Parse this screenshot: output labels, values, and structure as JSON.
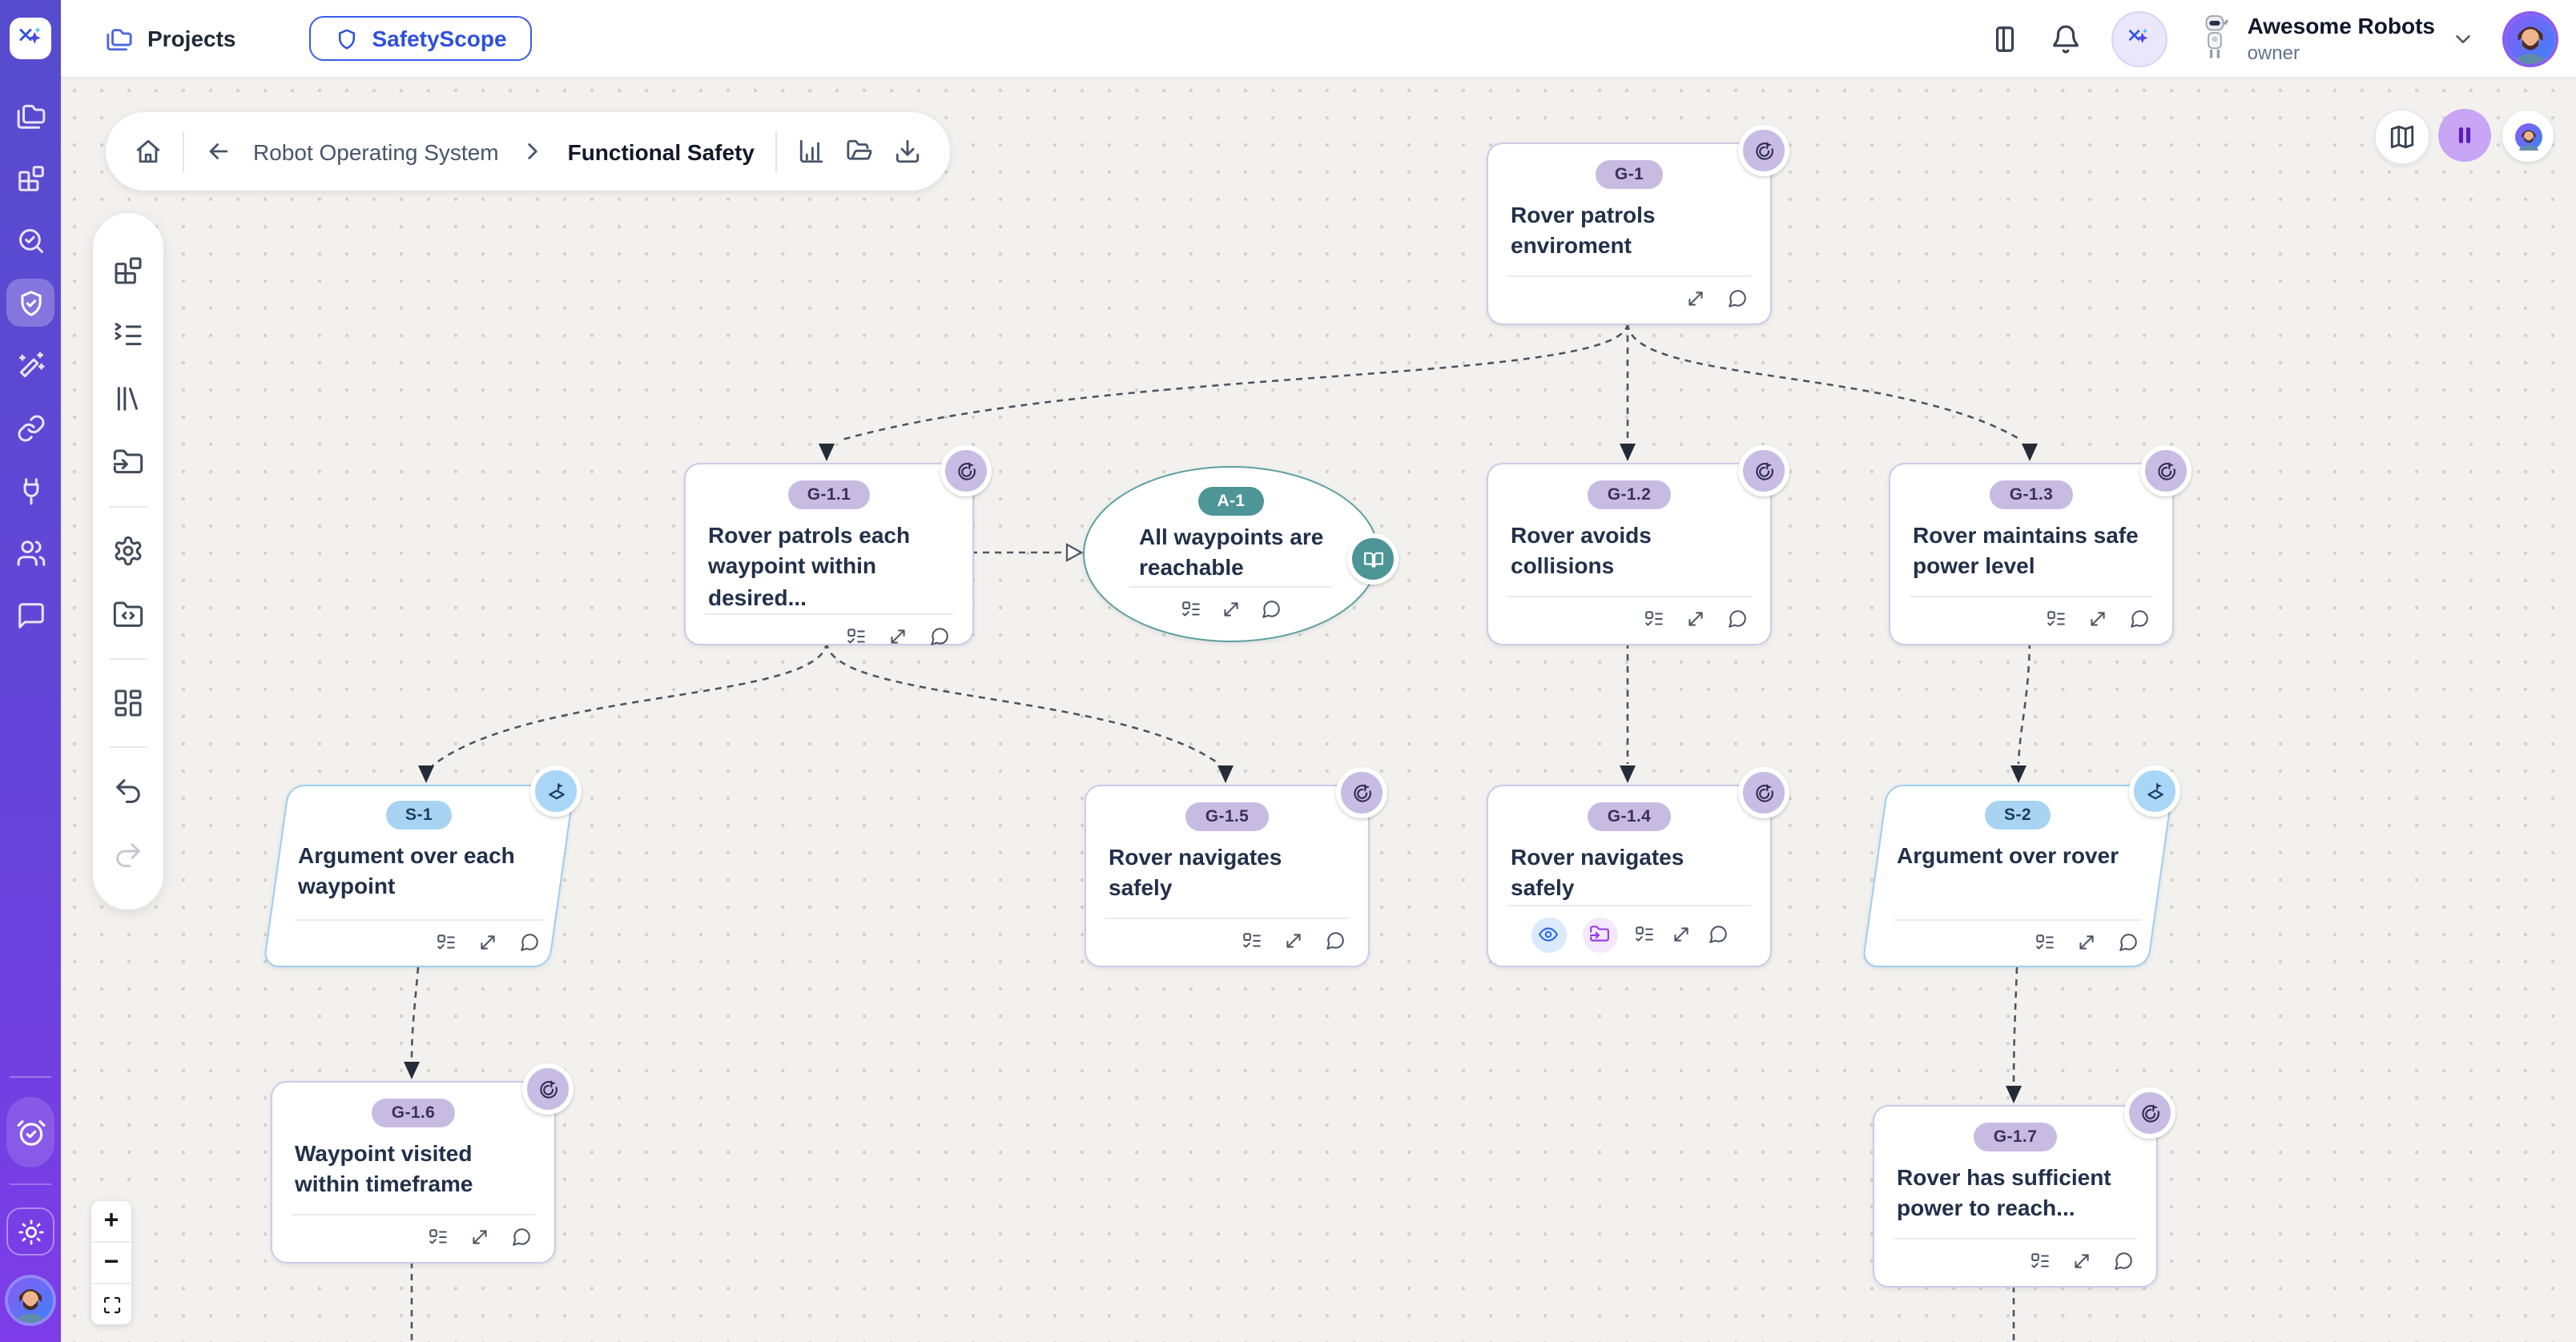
{
  "header": {
    "projects_label": "Projects",
    "app_button": "SafetyScope",
    "org_name": "Awesome Robots",
    "org_role": "owner"
  },
  "breadcrumb": {
    "project": "Robot Operating System",
    "page": "Functional Safety"
  },
  "zoom_controls": {
    "zoom_in": "+",
    "zoom_out": "−"
  },
  "nodes": {
    "g1": {
      "badge": "G-1",
      "title": "Rover patrols enviroment",
      "type": "goal"
    },
    "g11": {
      "badge": "G-1.1",
      "title": "Rover patrols each waypoint within desired...",
      "type": "goal"
    },
    "a1": {
      "badge": "A-1",
      "title": "All waypoints are reachable",
      "type": "assumption"
    },
    "g12": {
      "badge": "G-1.2",
      "title": "Rover avoids collisions",
      "type": "goal"
    },
    "g13": {
      "badge": "G-1.3",
      "title": "Rover maintains safe power level",
      "type": "goal"
    },
    "s1": {
      "badge": "S-1",
      "title": "Argument over each waypoint",
      "type": "strategy"
    },
    "g15": {
      "badge": "G-1.5",
      "title": "Rover navigates safely",
      "type": "goal"
    },
    "g14": {
      "badge": "G-1.4",
      "title": "Rover navigates safely",
      "type": "goal"
    },
    "s2": {
      "badge": "S-2",
      "title": "Argument over rover",
      "type": "strategy"
    },
    "g16": {
      "badge": "G-1.6",
      "title": "Waypoint visited within timeframe",
      "type": "goal"
    },
    "g17": {
      "badge": "G-1.7",
      "title": "Rover has sufficient power to reach...",
      "type": "goal"
    }
  },
  "edges": [
    {
      "from": "G-1",
      "to": "G-1.1",
      "style": "dashed-solid-arrow"
    },
    {
      "from": "G-1",
      "to": "G-1.2",
      "style": "dashed-solid-arrow"
    },
    {
      "from": "G-1",
      "to": "G-1.3",
      "style": "dashed-solid-arrow"
    },
    {
      "from": "G-1.1",
      "to": "A-1",
      "style": "dashed-hollow-arrow"
    },
    {
      "from": "G-1.1",
      "to": "S-1",
      "style": "dashed-solid-arrow"
    },
    {
      "from": "G-1.1",
      "to": "G-1.5",
      "style": "dashed-solid-arrow"
    },
    {
      "from": "G-1.2",
      "to": "G-1.4",
      "style": "dashed-solid-arrow"
    },
    {
      "from": "G-1.3",
      "to": "S-2",
      "style": "dashed-solid-arrow"
    },
    {
      "from": "S-1",
      "to": "G-1.6",
      "style": "dashed-solid-arrow"
    },
    {
      "from": "S-2",
      "to": "G-1.7",
      "style": "dashed-solid-arrow"
    },
    {
      "from": "G-1.6",
      "to": "offscreen-below",
      "style": "dashed"
    },
    {
      "from": "G-1.7",
      "to": "offscreen-below",
      "style": "dashed"
    }
  ],
  "colors": {
    "sidebar_top": "#564ccd",
    "sidebar_bottom": "#7d3ce8",
    "accent_blue": "#2d50dd",
    "canvas_bg": "#f2f1ee",
    "goal_border": "#cfc9e8",
    "goal_badge_bg": "#c7bbe2",
    "strategy_border": "#9ecdf2",
    "strategy_badge_bg": "#a9d3f2",
    "assumption_border": "#5d9fa0",
    "assumption_badge_bg": "#4d9596",
    "edge": "#4d5661"
  }
}
